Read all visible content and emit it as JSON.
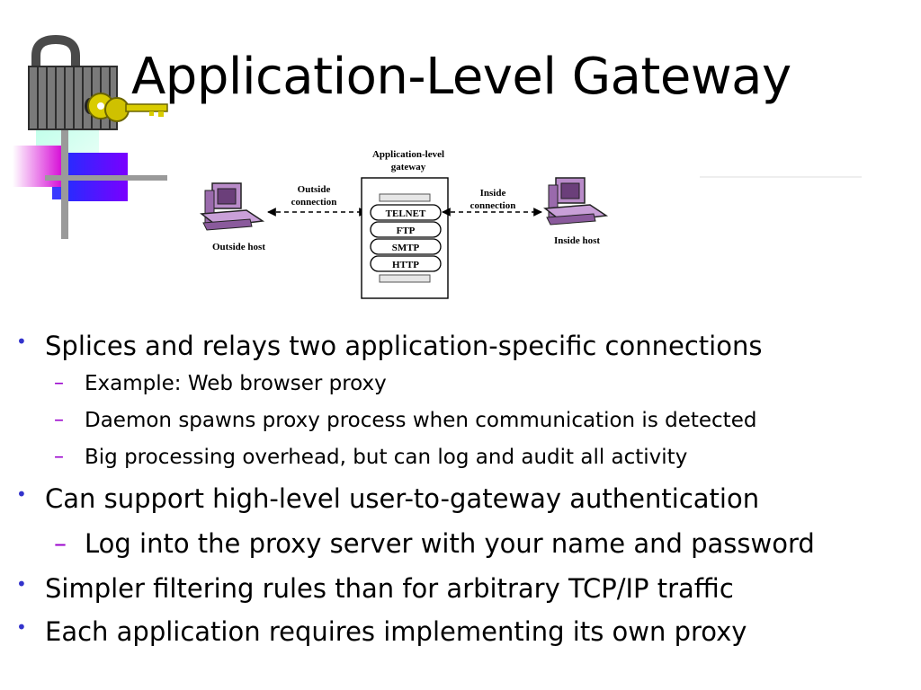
{
  "slide": {
    "title": "Application-Level Gateway"
  },
  "diagram": {
    "gateway_label_line1": "Application-level",
    "gateway_label_line2": "gateway",
    "outside_connection_line1": "Outside",
    "outside_connection_line2": "connection",
    "inside_connection_line1": "Inside",
    "inside_connection_line2": "connection",
    "outside_host": "Outside host",
    "inside_host": "Inside host",
    "protocols": [
      "TELNET",
      "FTP",
      "SMTP",
      "HTTP"
    ]
  },
  "bullets": [
    {
      "marker": "•",
      "text": "Splices and relays two application-specific connections",
      "sub": [
        {
          "marker": "–",
          "text": "Example: Web browser proxy"
        },
        {
          "marker": "–",
          "text": "Daemon spawns proxy process when communication is detected"
        },
        {
          "marker": "–",
          "text": "Big processing overhead, but can log and audit all activity"
        }
      ]
    },
    {
      "marker": "•",
      "text": "Can support high-level user-to-gateway authentication",
      "sub": [
        {
          "marker": "–",
          "text": "Log into the proxy server with your name and password"
        }
      ]
    },
    {
      "marker": "•",
      "text": "Simpler filtering rules than for arbitrary TCP/IP traffic",
      "sub": []
    },
    {
      "marker": "•",
      "text": "Each application requires implementing its own proxy",
      "sub": []
    }
  ]
}
